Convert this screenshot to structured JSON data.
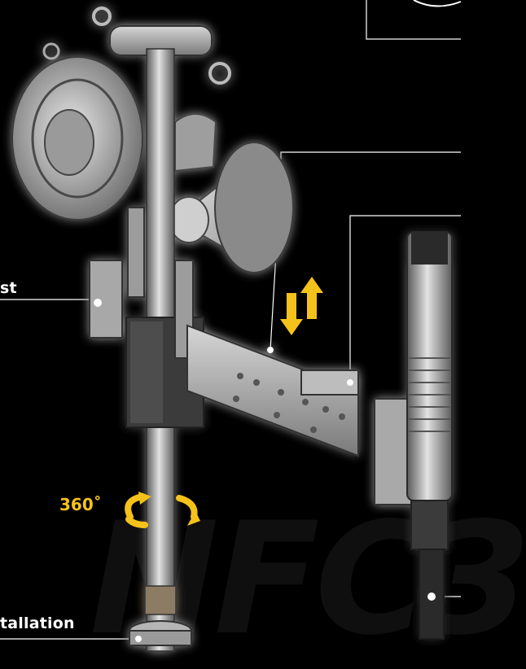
{
  "watermark_text": "NFC3",
  "labels": {
    "left_mid": "st",
    "bottom_left": "tallation"
  },
  "rotation": {
    "degrees_text": "360˚"
  },
  "colors": {
    "background": "#000000",
    "accent_yellow": "#f5c21b",
    "metal_light": "#c9c9c9",
    "metal_dark": "#4a4a4a",
    "line_white": "#ffffff"
  },
  "icons": {
    "rotation": "circular-arrows-icon",
    "vertical_motion": "up-down-arrows-icon"
  }
}
